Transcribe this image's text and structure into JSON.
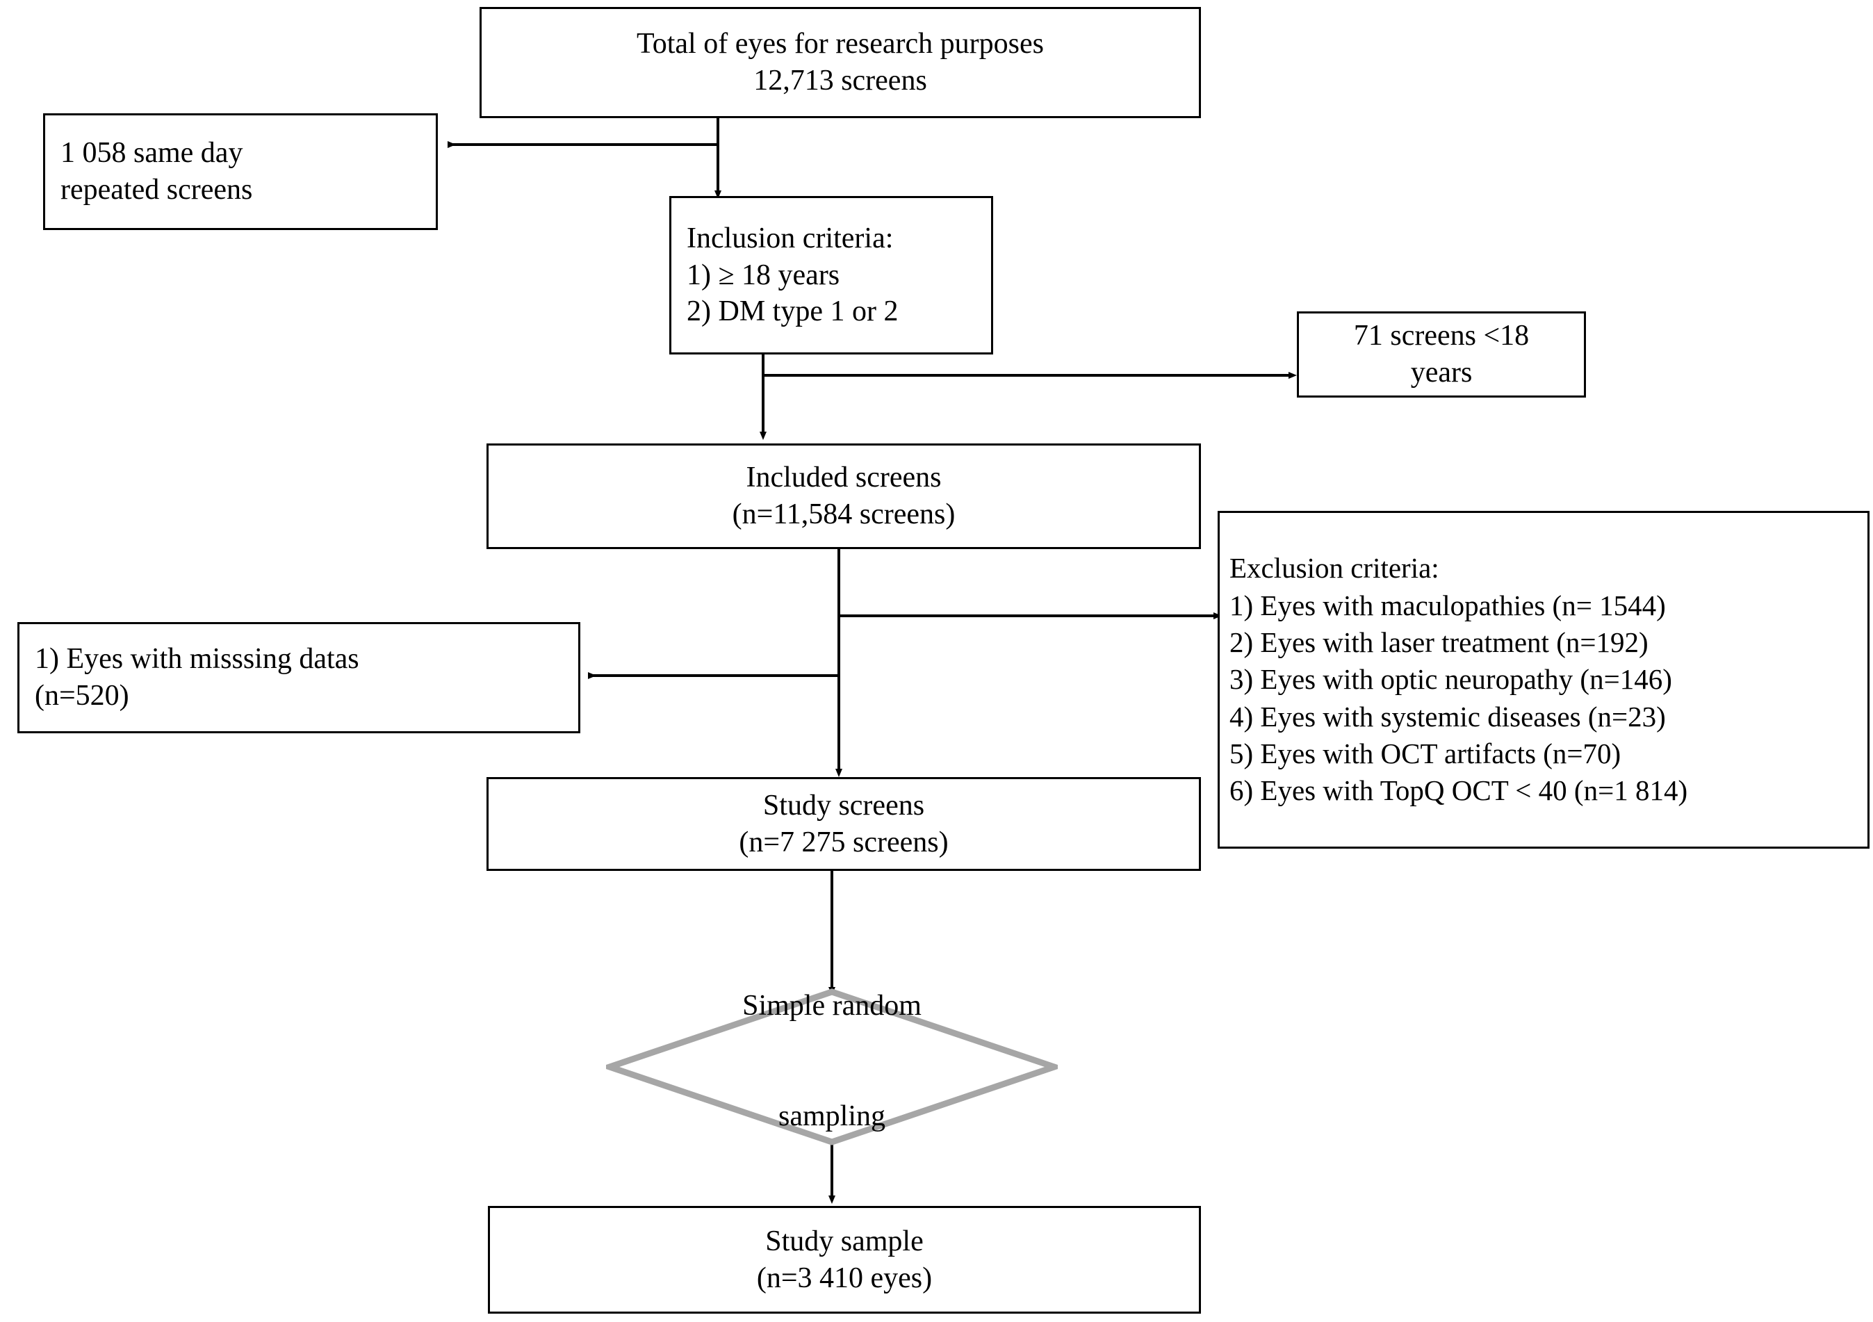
{
  "figure": {
    "type": "flowchart",
    "title": "Study participant selection flow diagram",
    "colors": {
      "box_border": "#000000",
      "text": "#000000",
      "background": "#ffffff",
      "arrow": "#000000",
      "diamond_border": "#A6A6A6"
    }
  },
  "nodes": {
    "total_eyes": {
      "shape": "rectangle",
      "align": "center",
      "line1": "Total of eyes for research purposes",
      "line2": "12,713 screens"
    },
    "repeated_screens": {
      "shape": "rectangle",
      "align": "left",
      "line1": "1 058 same day",
      "line2": "repeated screens"
    },
    "inclusion_criteria": {
      "shape": "rectangle",
      "align": "left",
      "line1": "Inclusion criteria:",
      "line2": "1) ≥ 18 years",
      "line3": "2) DM type 1 or 2"
    },
    "under18": {
      "shape": "rectangle",
      "align": "center",
      "line1": "71 screens <18",
      "line2": "years"
    },
    "included_screens": {
      "shape": "rectangle",
      "align": "center",
      "line1": "Included screens",
      "line2": "(n=11,584 screens)"
    },
    "exclusion_criteria": {
      "shape": "rectangle",
      "align": "left",
      "line1": "Exclusion criteria:",
      "line2": "1) Eyes with maculopathies (n= 1544)",
      "line3": "2) Eyes with laser treatment (n=192)",
      "line4": "3) Eyes with optic neuropathy (n=146)",
      "line5": "4) Eyes with systemic diseases (n=23)",
      "line6": "5) Eyes with OCT artifacts (n=70)",
      "line7": "6) Eyes with TopQ OCT < 40 (n=1 814)"
    },
    "missing_data": {
      "shape": "rectangle",
      "align": "left",
      "line1": "1) Eyes with misssing datas",
      "line2": "(n=520)"
    },
    "study_screens": {
      "shape": "rectangle",
      "align": "center",
      "line1": "Study screens",
      "line2": "(n=7 275 screens)"
    },
    "sampling": {
      "shape": "diamond",
      "align": "center",
      "line1": "Simple random",
      "line2": "sampling"
    },
    "study_sample": {
      "shape": "rectangle",
      "align": "center",
      "line1": "Study sample",
      "line2": "(n=3 410 eyes)"
    }
  },
  "edges": [
    {
      "name": "total-to-inclusion",
      "from": "total_eyes",
      "to": "inclusion_criteria",
      "direction": "down"
    },
    {
      "name": "total-to-repeated",
      "from": "total_eyes",
      "to": "repeated_screens",
      "direction": "left"
    },
    {
      "name": "inclusion-to-included",
      "from": "inclusion_criteria",
      "to": "included_screens",
      "direction": "down"
    },
    {
      "name": "inclusion-to-under18",
      "from": "inclusion_criteria",
      "to": "under18",
      "direction": "right"
    },
    {
      "name": "included-to-study",
      "from": "included_screens",
      "to": "study_screens",
      "direction": "down"
    },
    {
      "name": "included-to-exclusion",
      "from": "included_screens",
      "to": "exclusion_criteria",
      "direction": "right"
    },
    {
      "name": "included-to-missing",
      "from": "included_screens",
      "to": "missing_data",
      "direction": "left"
    },
    {
      "name": "study-to-sampling",
      "from": "study_screens",
      "to": "sampling",
      "direction": "down"
    },
    {
      "name": "sampling-to-sample",
      "from": "sampling",
      "to": "study_sample",
      "direction": "down"
    }
  ]
}
